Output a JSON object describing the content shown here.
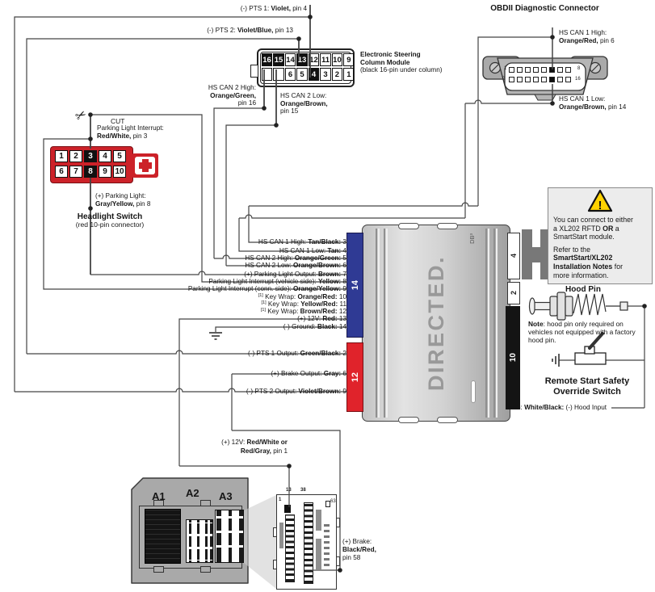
{
  "colors": {
    "connector_red": "#cc2229",
    "connector_blue": "#2f3a94",
    "connector_red_bright": "#e0232b",
    "warning_yellow": "#ffd200",
    "module_text": "#999999"
  },
  "top": {
    "pts1": {
      "pre": "(-) PTS 1: ",
      "wire": "Violet,",
      "post": " pin 4"
    },
    "pts2": {
      "pre": "(-) PTS 2: ",
      "wire": "Violet/Blue,",
      "post": " pin 13"
    }
  },
  "escm": {
    "title1": "Electronic Steering",
    "title2": "Column Module",
    "subtitle": "(black 16-pin under column)",
    "top_pins": [
      {
        "n": "16",
        "hl": true
      },
      {
        "n": "15",
        "hl": true
      },
      {
        "n": "14"
      },
      {
        "n": "13",
        "hl": true
      },
      {
        "n": "12"
      },
      {
        "n": "11"
      },
      {
        "n": "10"
      },
      {
        "n": "9"
      }
    ],
    "bottom_pins": [
      {
        "n": ""
      },
      {
        "n": ""
      },
      {
        "n": "6"
      },
      {
        "n": "5"
      },
      {
        "n": "4",
        "hl": true
      },
      {
        "n": "3"
      },
      {
        "n": "2"
      },
      {
        "n": "1"
      }
    ],
    "can2_high": {
      "l1": "HS CAN 2 High:",
      "l2": "Orange/Green,",
      "l3": "pin 16"
    },
    "can2_low": {
      "l1": "HS CAN 2 Low:",
      "l2": "Orange/Brown,",
      "l3": "pin 15"
    }
  },
  "obdii": {
    "title": "OBDII Diagnostic Connector",
    "high": {
      "l1": "HS CAN 1 High:",
      "wire": "Orange/Red,",
      "post": " pin 6"
    },
    "low": {
      "l1": "HS CAN 1 Low:",
      "wire": "Orange/Brown,",
      "post": " pin 14"
    },
    "pin_labels": {
      "tl": "1",
      "tr": "8",
      "bl": "9",
      "br": "16"
    }
  },
  "headl": {
    "cut": "CUT",
    "scissors": "✂",
    "interrupt": {
      "l1": "Parking Light Interrupt:",
      "wire": "Red/White,",
      "post": " pin 3"
    },
    "parking": {
      "l1": "(+) Parking Light:",
      "wire": "Gray/Yellow,",
      "post": " pin 8"
    },
    "title": "Headlight Switch",
    "subtitle": "(red 10-pin connector)",
    "top_pins": [
      {
        "n": "1"
      },
      {
        "n": "2"
      },
      {
        "n": "3",
        "hl": true
      },
      {
        "n": "4"
      },
      {
        "n": "5"
      }
    ],
    "bottom_pins": [
      {
        "n": "6"
      },
      {
        "n": "7"
      },
      {
        "n": "8",
        "hl": true
      },
      {
        "n": "9"
      },
      {
        "n": "10"
      }
    ]
  },
  "module": {
    "brand": "DIRECTED.",
    "db3": "DB³",
    "conn14": "14",
    "conn12": "12",
    "conn4": "4",
    "conn2": "2",
    "conn10": "10"
  },
  "wires14": [
    {
      "pre": "HS CAN 1 High: ",
      "wire": "Tan/Black:",
      "num": " 3"
    },
    {
      "pre": "HS CAN 1 Low: ",
      "wire": "Tan:",
      "num": " 4"
    },
    {
      "pre": "HS CAN 2 High: ",
      "wire": "Orange/Green:",
      "num": " 5"
    },
    {
      "pre": "HS CAN 2 Low: ",
      "wire": "Orange/Brown:",
      "num": " 6"
    },
    {
      "pre": "(+) Parking Light Output: ",
      "wire": "Brown:",
      "num": " 7"
    },
    {
      "pre": "Parking Light Interrupt (vehicle side): ",
      "wire": "Yellow:",
      "num": " 8"
    },
    {
      "pre": "Parking Light Interrupt (conn. side): ",
      "wire": "Orange/Yellow:",
      "num": " 9"
    },
    {
      "sup": "[1]",
      "pre": " Key Wrap: ",
      "wire": "Orange/Red:",
      "num": " 10"
    },
    {
      "sup": "[1]",
      "pre": " Key Wrap: ",
      "wire": "Yellow/Red:",
      "num": " 11"
    },
    {
      "sup": "[1]",
      "pre": " Key Wrap: ",
      "wire": "Brown/Red:",
      "num": " 12"
    },
    {
      "pre": "(+) 12V: ",
      "wire": "Red:",
      "num": " 13"
    },
    {
      "pre": "(-) Ground: ",
      "wire": "Black:",
      "num": " 14"
    }
  ],
  "wires12": [
    {
      "pre": "(-) PTS 1 Output: ",
      "wire": "Green/Black:",
      "num": " 2"
    },
    {
      "pre": "(+) Brake Output: ",
      "wire": "Gray:",
      "num": " 6"
    },
    {
      "pre": "(-) PTS 2 Output: ",
      "wire": "Violet/Brown:",
      "num": " 9"
    }
  ],
  "warning": {
    "icon": "!",
    "l1": "You can connect to either",
    "l2a": "a XL202 RFTD ",
    "l2b": "OR",
    "l2c": " a",
    "l3": "SmartStart module.",
    "l4": "Refer to the",
    "l5": "SmartStart/XL202",
    "l6a": "Installation Notes",
    "l6b": " for",
    "l7": "more information."
  },
  "hood": {
    "title": "Hood Pin",
    "note_b": "Note",
    "note_r": ": hood pin only required on vehicles not equipped with a factory hood pin.",
    "switch1": "Remote Start Safety",
    "switch2": "Override Switch",
    "input": {
      "pre": "6: ",
      "wire": "White/Black:",
      "post": " (-) Hood Input"
    }
  },
  "bottom": {
    "v12": {
      "pre": "(+) 12V: ",
      "wire1": "Red/White or",
      "wire2": "Red/Gray,",
      "post": " pin 1"
    },
    "brake": {
      "l1": "(+) Brake:",
      "wire": "Black/Red,",
      "post": "pin 58"
    },
    "a1": "A1",
    "a2": "A2",
    "a3": "A3",
    "bcm": {
      "p1": "1",
      "p13": "13",
      "p38": "38",
      "p63": "63"
    }
  }
}
